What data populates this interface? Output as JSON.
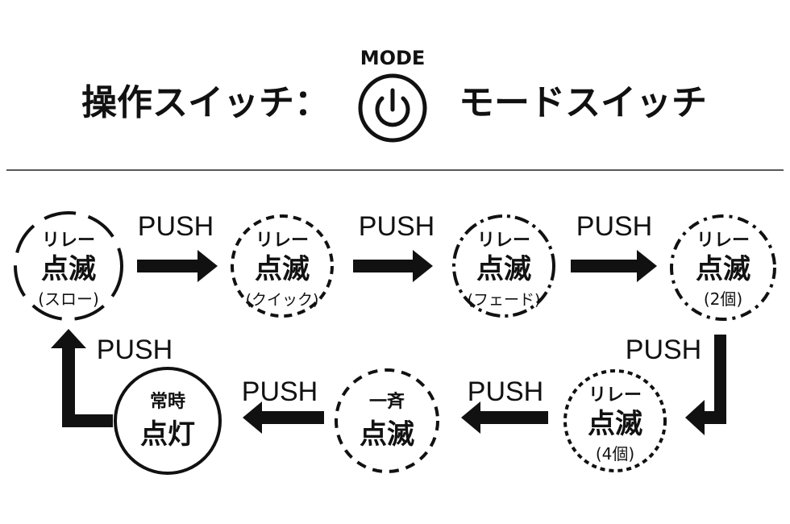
{
  "header": {
    "operation_switch_label": "操作スイッチ：",
    "mode_label": "MODE",
    "mode_switch_label": "モードスイッチ",
    "icon": "power-icon"
  },
  "push_label": "PUSH",
  "states": [
    {
      "line1": "リレー",
      "line2": "点滅",
      "line3": "(スロー)"
    },
    {
      "line1": "リレー",
      "line2": "点滅",
      "line3": "(クイック)"
    },
    {
      "line1": "リレー",
      "line2": "点滅",
      "line3": "(フェード)"
    },
    {
      "line1": "リレー",
      "line2": "点滅",
      "line3": "(2個)"
    },
    {
      "line1": "リレー",
      "line2": "点滅",
      "line3": "(4個)"
    },
    {
      "line1": "一斉",
      "line2": "点滅"
    },
    {
      "line1": "常時",
      "line2": "点灯"
    }
  ]
}
